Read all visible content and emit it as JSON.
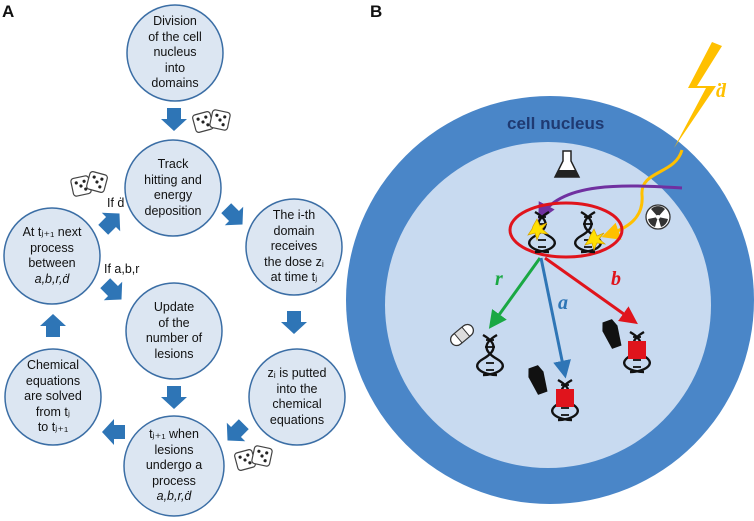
{
  "panel_a": {
    "label": "A",
    "steps": {
      "division": [
        "Division",
        "of the cell",
        "nucleus",
        "into",
        "domains"
      ],
      "track": [
        "Track",
        "hitting and",
        "energy",
        "deposition"
      ],
      "ith_domain": [
        "The i-th",
        "domain",
        "receives",
        "the dose zᵢ",
        "at time tⱼ"
      ],
      "zi_putted": [
        "zᵢ is putted",
        "into the",
        "chemical",
        "equations"
      ],
      "tj1_when": [
        "tⱼ₊₁ when",
        "lesions",
        "undergo a",
        "process",
        "a,b,r,ḋ"
      ],
      "chemical_solved": [
        "Chemical",
        "equations",
        "are solved",
        "from tⱼ",
        "to tⱼ₊₁"
      ],
      "next_process": [
        "At tⱼ₊₁ next",
        "process",
        "between",
        "a,b,r,ḋ"
      ],
      "update": [
        "Update",
        "of the",
        "number of",
        "lesions"
      ]
    },
    "branch_labels": {
      "if_d": "If ḋ",
      "if_abr": "If a,b,r"
    }
  },
  "panel_b": {
    "label": "B",
    "nucleus_label": "cell nucleus",
    "dose_symbol": "ḋ",
    "pathways": {
      "r": "r",
      "a": "a",
      "b": "b"
    }
  },
  "colors": {
    "circle_fill": "#dce6f2",
    "circle_stroke": "#3b6ea5",
    "arrow": "#2e75b6",
    "cell_outer": "#4a86c8",
    "cell_inner": "#c8daf0",
    "nucleus_label": "#1f3a72",
    "lightning": "#ffc000",
    "dose_path": "#ffc000",
    "chem_path": "#7030a0",
    "ellipse": "#e0141c",
    "path_r": "#1aa843",
    "path_a": "#2e75b6",
    "path_b": "#e0141c"
  }
}
